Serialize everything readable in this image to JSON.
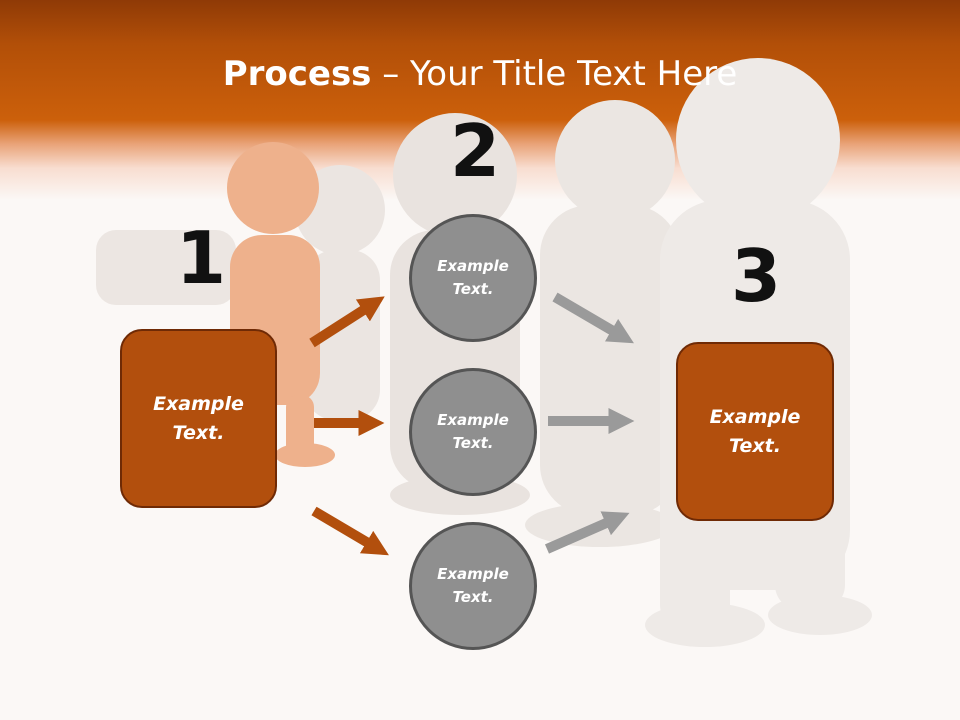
{
  "title": {
    "bold": "Process",
    "rest": " – Your Title Text Here"
  },
  "steps": [
    {
      "number": "1",
      "label_line1": "Example",
      "label_line2": "Text."
    },
    {
      "number": "2"
    },
    {
      "number": "3",
      "label_line1": "Example",
      "label_line2": "Text."
    }
  ],
  "circles": [
    {
      "line1": "Example",
      "line2": "Text."
    },
    {
      "line1": "Example",
      "line2": "Text."
    },
    {
      "line1": "Example",
      "line2": "Text."
    }
  ],
  "colors": {
    "header": "#cc600b",
    "box_fill": "#b24f0d",
    "box_border": "#6f2a05",
    "circle_fill": "#8f8f8f",
    "arrow_orange": "#b24f0d",
    "arrow_gray": "#9a9a9a"
  }
}
